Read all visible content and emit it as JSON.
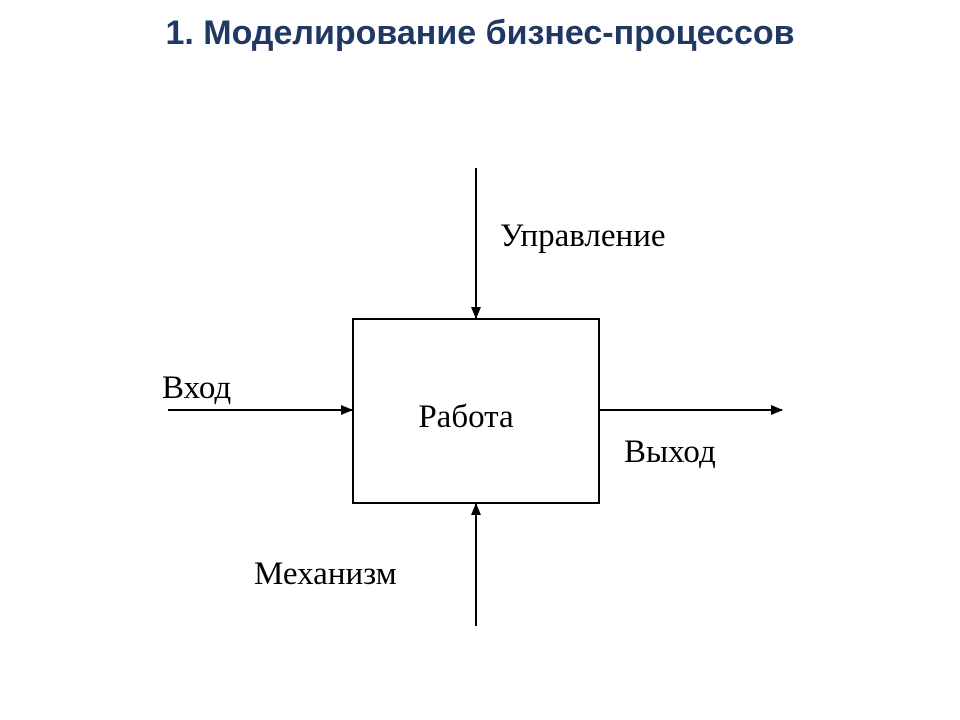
{
  "slide": {
    "title": "1. Моделирование бизнес-процессов"
  },
  "diagram": {
    "box_label": "Работа",
    "control_label": "Управление",
    "input_label": "Вход",
    "output_label": "Выход",
    "mechanism_label": "Механизм",
    "line_color": "#000000",
    "title_color": "#1f3864"
  }
}
